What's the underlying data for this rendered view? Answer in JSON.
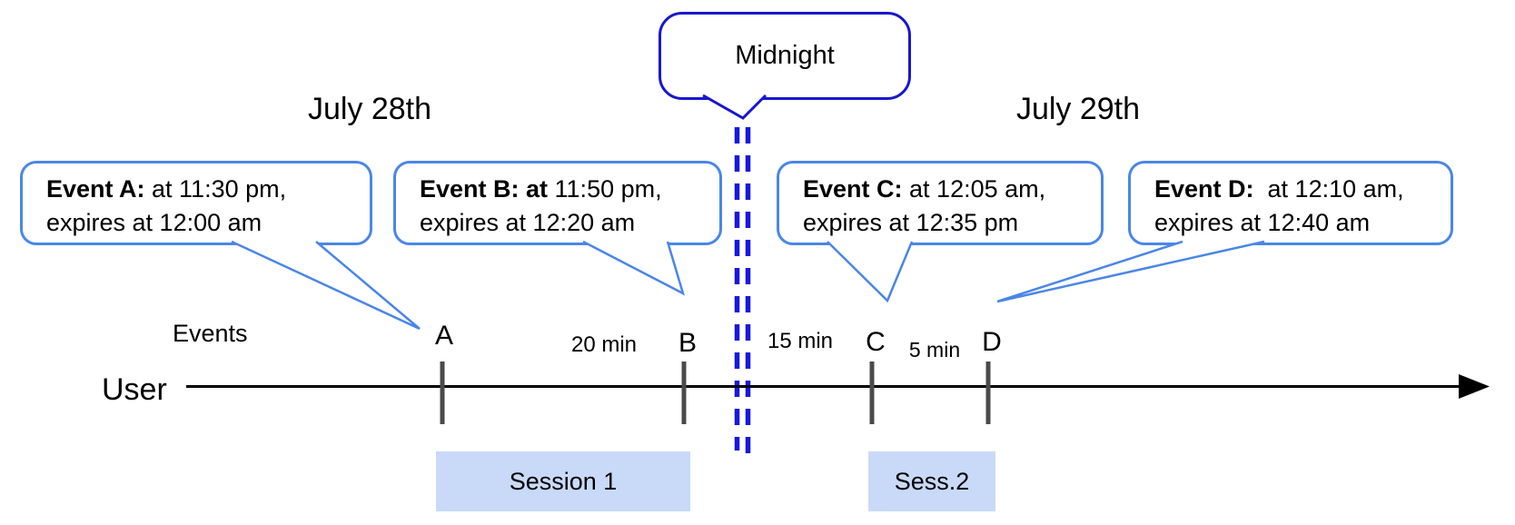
{
  "diagram": {
    "midnight_label": "Midnight",
    "dates": {
      "left": "July 28th",
      "right": "July 29th"
    },
    "axis": {
      "events_label": "Events",
      "user_label": "User"
    },
    "callouts": [
      {
        "id": "A",
        "title_bold": "Event A:",
        "line1_rest": " at 11:30 pm,",
        "line2": "expires at 12:00 am"
      },
      {
        "id": "B",
        "title_bold": "Event B: at",
        "line1_rest": " 11:50 pm,",
        "line2": "expires at 12:20 am"
      },
      {
        "id": "C",
        "title_bold": "Event C:",
        "line1_rest": " at 12:05 am,",
        "line2": "expires at 12:35 pm"
      },
      {
        "id": "D",
        "title_bold": "Event D:",
        "line1_rest": "  at 12:10 am,",
        "line2": "expires at 12:40 am"
      }
    ],
    "ticks": [
      "A",
      "B",
      "C",
      "D"
    ],
    "gaps": [
      "20 min",
      "15 min",
      "5 min"
    ],
    "sessions": [
      "Session 1",
      "Sess.2"
    ],
    "colors": {
      "callout_border": "#4a86e8",
      "midnight_blue": "#1717d0",
      "dashed_line_blue": "#1717e0",
      "session_fill": "#c9daf8",
      "tick_gray": "#4a4a4a",
      "timeline_black": "#000000"
    }
  }
}
